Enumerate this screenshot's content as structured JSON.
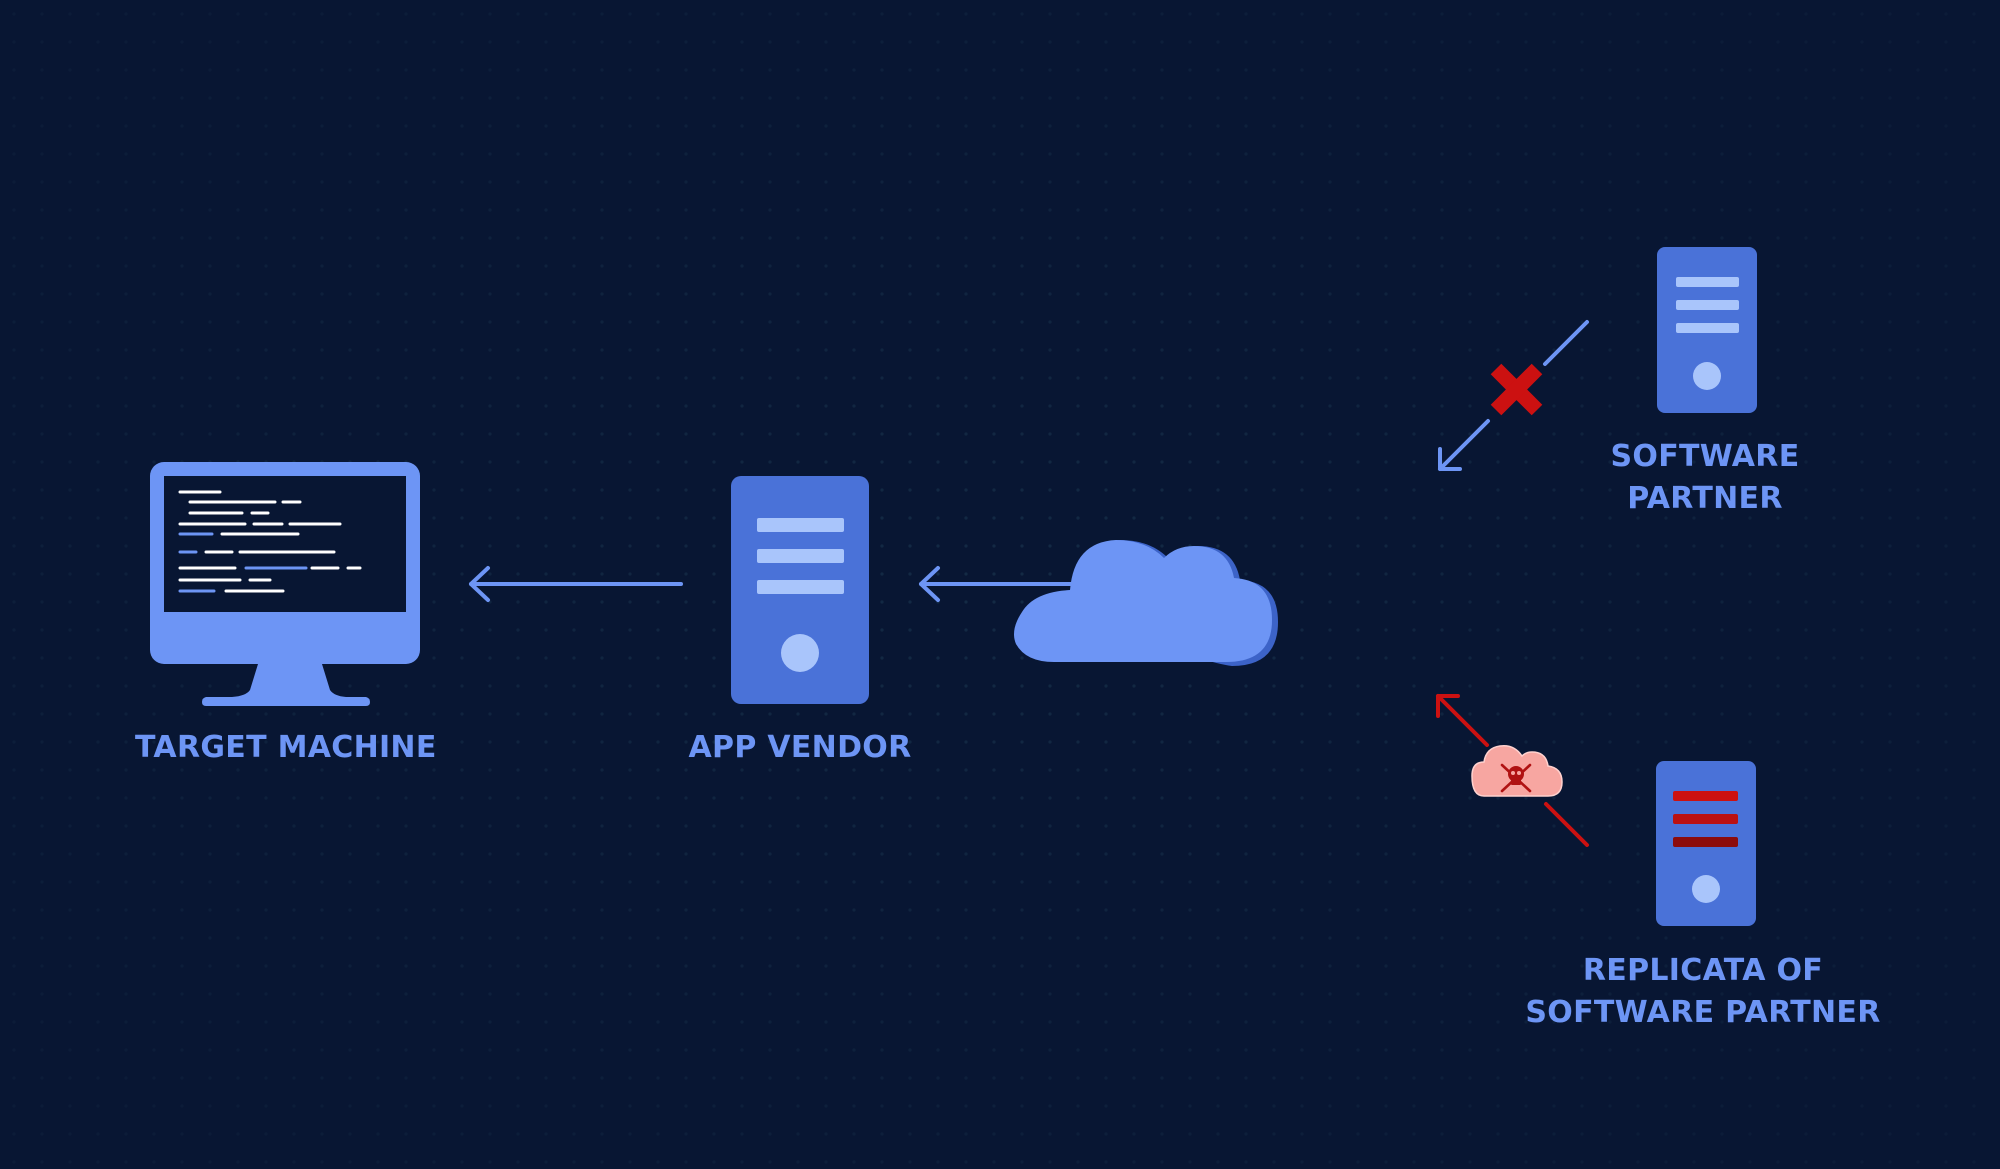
{
  "nodes": {
    "target_machine": {
      "label": "TARGET MACHINE"
    },
    "app_vendor": {
      "label": "APP VENDOR"
    },
    "cloud": {
      "label": ""
    },
    "software_partner": {
      "label_line1": "SOFTWARE",
      "label_line2": "PARTNER"
    },
    "replica": {
      "label_line1": "REPLICATA OF",
      "label_line2": "SOFTWARE PARTNER"
    }
  },
  "edges": [
    {
      "from": "app_vendor",
      "to": "target_machine",
      "status": "normal"
    },
    {
      "from": "cloud",
      "to": "app_vendor",
      "status": "normal"
    },
    {
      "from": "software_partner",
      "to": "cloud",
      "status": "blocked"
    },
    {
      "from": "replica",
      "to": "cloud",
      "status": "malicious"
    }
  ],
  "icons": {
    "blocked": "x-mark-icon",
    "malicious": "skull-cloud-icon"
  },
  "colors": {
    "background": "#081633",
    "accent": "#6d95f5",
    "server": "#4a72d8",
    "danger": "#cc1111",
    "malicious_cloud": "#f7a6a1"
  }
}
